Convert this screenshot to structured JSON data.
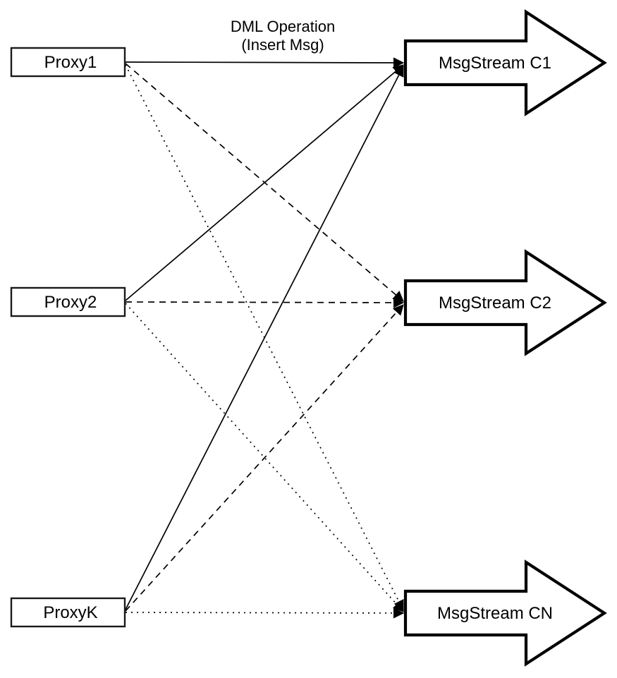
{
  "diagram": {
    "annotation": {
      "line1": "DML Operation",
      "line2": "(Insert Msg)"
    },
    "proxies": [
      {
        "label": "Proxy1"
      },
      {
        "label": "Proxy2"
      },
      {
        "label": "ProxyK"
      }
    ],
    "streams": [
      {
        "label": "MsgStream C1"
      },
      {
        "label": "MsgStream C2"
      },
      {
        "label": "MsgStream CN"
      }
    ],
    "connections": [
      {
        "from": "Proxy1",
        "to": "MsgStream C1",
        "line_style": "solid"
      },
      {
        "from": "Proxy1",
        "to": "MsgStream C2",
        "line_style": "dashed"
      },
      {
        "from": "Proxy1",
        "to": "MsgStream CN",
        "line_style": "dotted"
      },
      {
        "from": "Proxy2",
        "to": "MsgStream C1",
        "line_style": "solid"
      },
      {
        "from": "Proxy2",
        "to": "MsgStream C2",
        "line_style": "dashed"
      },
      {
        "from": "Proxy2",
        "to": "MsgStream CN",
        "line_style": "dotted"
      },
      {
        "from": "ProxyK",
        "to": "MsgStream C1",
        "line_style": "solid"
      },
      {
        "from": "ProxyK",
        "to": "MsgStream C2",
        "line_style": "dashed"
      },
      {
        "from": "ProxyK",
        "to": "MsgStream CN",
        "line_style": "dotted"
      }
    ],
    "colors": {
      "line": "#000000",
      "shape_fill": "#ffffff",
      "text": "#000000"
    }
  }
}
